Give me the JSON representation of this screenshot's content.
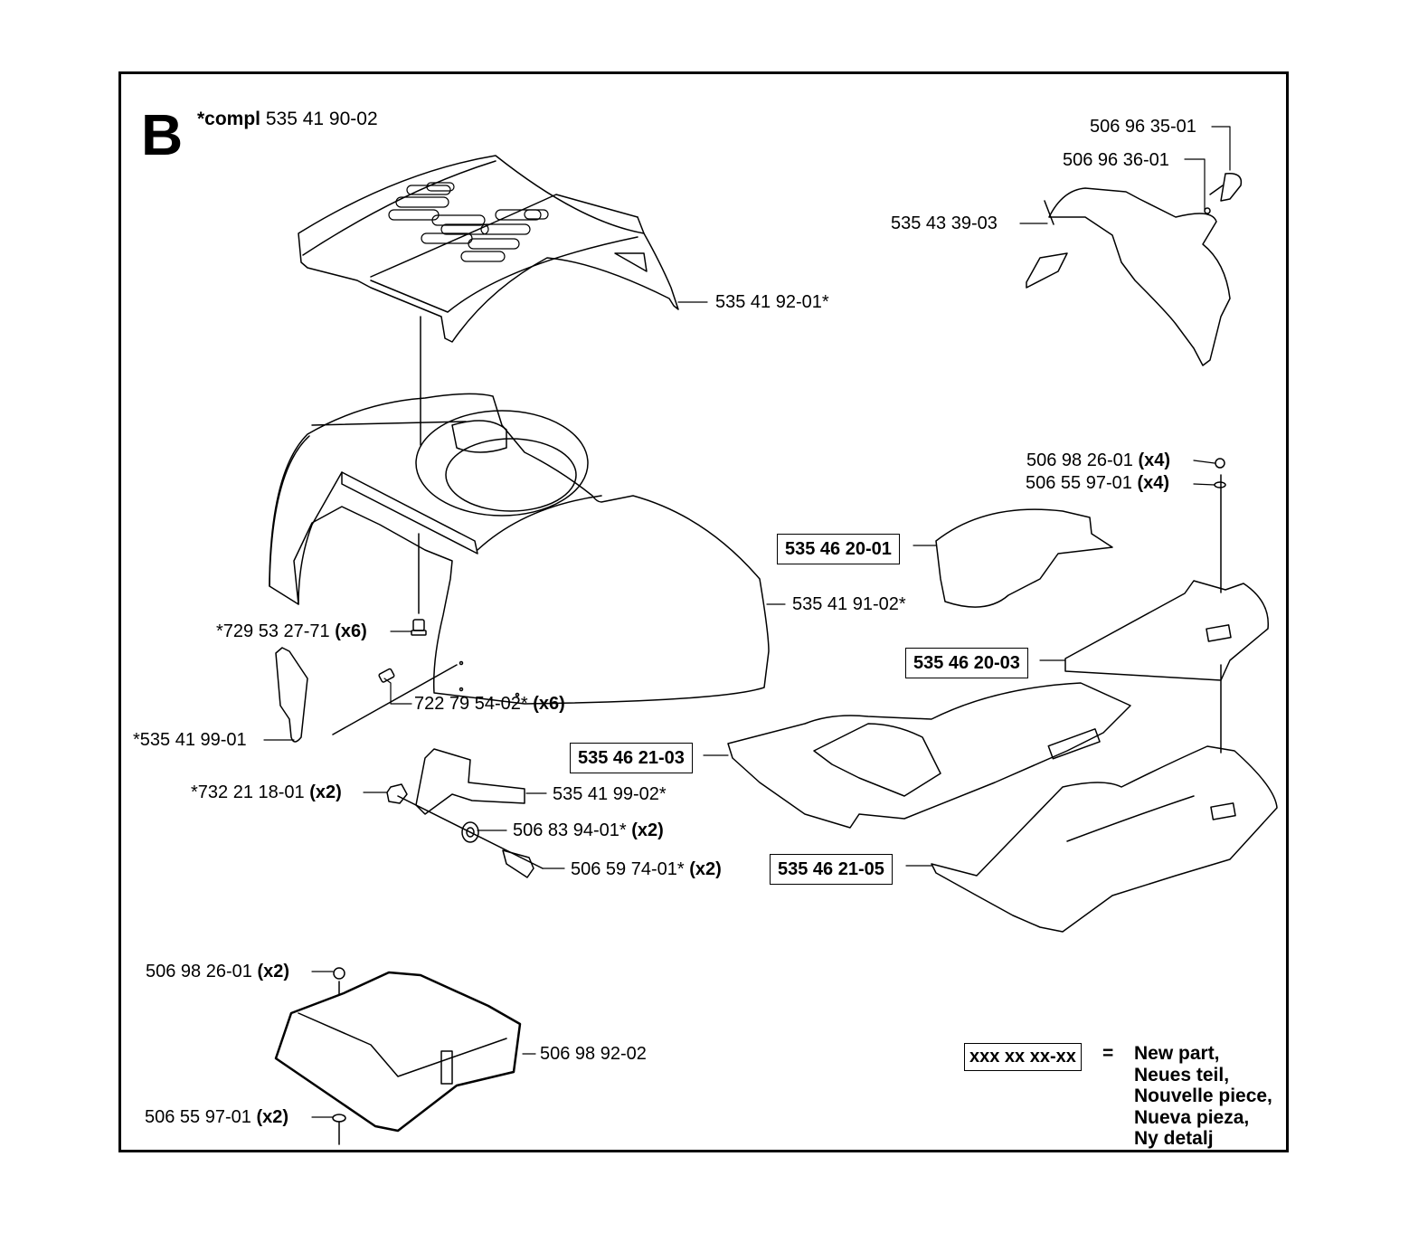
{
  "section": {
    "letter": "B",
    "compl_label": "*compl",
    "compl_number": "535 41 90-02"
  },
  "labels": {
    "l_5069635": "506 96 35-01",
    "l_5069636": "506 96 36-01",
    "l_5354339": "535 43 39-03",
    "l_5354192": "535 41 92-01*",
    "l_5069826_x4": {
      "num": "506 98 26-01",
      "qty": "(x4)"
    },
    "l_5065597_x4": {
      "num": "506 55 97-01",
      "qty": "(x4)"
    },
    "l_5354191": "535 41 91-02*",
    "l_7295327": {
      "num": "*729 53 27-71",
      "qty": "(x6)"
    },
    "l_7227954": {
      "num": "722 79 54-02*",
      "qty": "(x6)"
    },
    "l_5354199_01": "*535 41 99-01",
    "l_7322118": {
      "num": "*732 21 18-01",
      "qty": "(x2)"
    },
    "l_5354199_02": "535 41 99-02*",
    "l_5068394": {
      "num": "506 83 94-01*",
      "qty": "(x2)"
    },
    "l_5065974": {
      "num": "506 59 74-01*",
      "qty": "(x2)"
    },
    "l_5069826_x2": {
      "num": "506 98 26-01",
      "qty": "(x2)"
    },
    "l_5069892": "506 98 92-02",
    "l_5065597_x2": {
      "num": "506 55 97-01",
      "qty": "(x2)"
    }
  },
  "new_parts": {
    "p_5354620_01": "535 46 20-01",
    "p_5354620_03": "535 46 20-03",
    "p_5354621_03": "535 46 21-03",
    "p_5354621_05": "535 46 21-05"
  },
  "legend": {
    "code": "xxx xx xx-xx",
    "equals": "=",
    "lines": [
      "New part,",
      "Neues teil,",
      "Nouvelle piece,",
      "Nueva pieza,",
      "Ny detalj"
    ]
  }
}
